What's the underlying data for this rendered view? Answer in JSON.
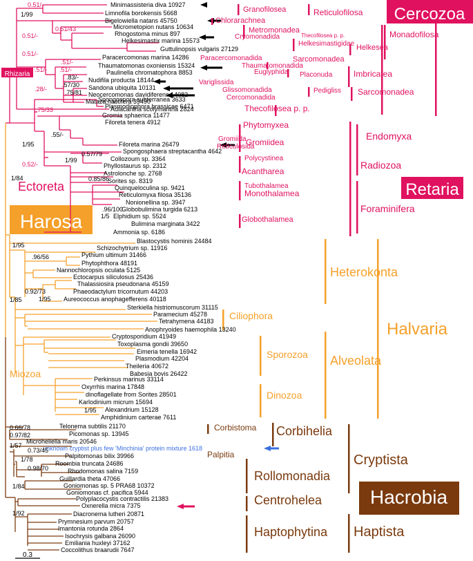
{
  "colors": {
    "rhizaria": "#e0115f",
    "harosa_orange": "#f5a02a",
    "hacrobia_brown": "#7a3a0e",
    "black": "#000000",
    "blue": "#3a6fe0",
    "pink": "#e0115f"
  },
  "taxa": {
    "t01": "Minimassisteria diva 10927",
    "t02": "Limnofila borokensis 5668",
    "t03": "Bigelowiella natans 45750",
    "t04": "Micrometopion nutans 10634",
    "t05": "Rhogostoma minus 897",
    "t06": "Helkesimastix marina 15573",
    "t07": "Guttulinopsis vulgaris 27129",
    "t08": "Paracercomonas marina 14286",
    "t09": "Thaumatomonas oxoniensis 15324",
    "t10": "Paulinella chromatophora 8853",
    "t11": "Nudifila producta 18144",
    "t12": "Sandona ubiquita 10131",
    "t13": "Neocercomonas davidiferens 14082",
    "t14": "Mataza hastifera 39490",
    "t15": "Aulacantha scolymantha 2824",
    "t16": "Spongospora subterranea 3633",
    "t17": "Plasmodiophora brassicae 6471",
    "t18": "Gromia sphaerica 11477",
    "t19": "Filoreta tenera 4912",
    "t20": "Filoreta marina 26479",
    "t21": "Spongosphaera streptacantha 4642",
    "t22": "Collozoum sp. 3364",
    "t23": "Phyllostaurus sp. 2312",
    "t24": "Astrolonche sp. 2768",
    "t25": "Sorites sp. 8319",
    "t26": "Quinqueloculina sp. 9421",
    "t27": "Reticulomyxa filosa 35136",
    "t28": "Nonionellina sp. 3947",
    "t29": "Globobulimina turgida 6213",
    "t30": "Elphidium sp. 5524",
    "t31": "Bulimina marginata 3422",
    "t32": "Ammonia sp. 6186",
    "t33": "Blastocystis hominis 24484",
    "t34": "Schizochytrium sp. 11916",
    "t35": "Pythium ultimum 31466",
    "t36": "Phytophthora 48191",
    "t37": "Nannochloropsis oculata 5125",
    "t38": "Ectocarpus siliculosus 25436",
    "t39": "Thalassiosira pseudonana 45159",
    "t40": "Phaeodactylum tricornutum 44203",
    "t41": "Aureococcus anophagefferens 40118",
    "t42": "Sterkiella histriomuscorum 31115",
    "t43": "Paramecium 45278",
    "t44": "Tetrahymena 44183",
    "t45": "Anophryoides haemophila 13240",
    "t46": "Cryptosporidium 41949",
    "t47": "Toxoplasma gondii 39650",
    "t48": "Eimeria tenella 16942",
    "t49": "Plasmodium 42204",
    "t50": "Theileria 40672",
    "t51": "Babesia bovis 26422",
    "t52": "Perkinsus marinus 33114",
    "t53": "Oxyrrhis marina 17848",
    "t54": "dinoflagellate from Sorites 28501",
    "t55": "Karlodinium micrum 15694",
    "t56": "Alexandrium 15128",
    "t57": "Amphidinium carterae 7611",
    "t58": "Telonema subtilis 21170",
    "t59": "Picomonas sp. 13945",
    "t60": "Microheliella maris 20546",
    "t61": "unknown cryptist plus few 'Minchinia' protein mixture 1618",
    "t62": "Palpitomonas bilix 39966",
    "t63": "Roombia truncata 24686",
    "t64": "Rhodomonas salina 7159",
    "t65": "Guillardia theta 47066",
    "t66": "Goniomonas sp. 5 PRA68 10372",
    "t67": "Goniomonas cf. pacifica 5944",
    "t68": "Polyplacocystis contractilis 21383",
    "t69": "Oxnerella micra 7375",
    "t70": "Diacronema lutheri 20871",
    "t71": "Prymnesium parvum 20757",
    "t72": "Imantonia rotunda 2864",
    "t73": "Isochrysis galbana 26090",
    "t74": "Emiliania huxleyi 37162",
    "t75": "Coccolithus braarudii 7647"
  },
  "support": {
    "s01": "0.51/-",
    "s02": "1/99",
    "s03": "0.51/43",
    "s04": "0.51/-",
    "s05": "0.51/-",
    "s06": ".51/-",
    "s07": ".51/-",
    "s08": ".51/-",
    "s09": ".83/-",
    "s10": ".57/30",
    "s11": ".75/81",
    "s12": ".28/-",
    "s13": ".75/33",
    "s14": ".55/-",
    "s15": "1/95",
    "s16": "0.52/-",
    "s17": "0.57/79",
    "s18": "1/99",
    "s19": "0.85/86",
    "s20": "1/84",
    "s21": ".96/100",
    "s22": "1/5",
    "s23": "1/95",
    "s24": ".96/56",
    "s25": "0.92/73",
    "s26": "1/95",
    "s27": "1/85",
    "s28": "1/95",
    "s29": "0.66/78",
    "s30": "0.97/82",
    "s31": "1/57",
    "s32": "0.73/45",
    "s33": "1/78",
    "s34": "0.98/70",
    "s35": "1/84",
    "s36": "1/92"
  },
  "groups": {
    "granofilosea": "Granofilosea",
    "reticulofilosa": "Reticulofilosa",
    "chlorarachnea": "Chlorarachnea",
    "metromonadea": "Metromonadea",
    "cryomonadida": "Cryomonadida",
    "thecofilosea_pp_small": "Thecofilosea p. p.",
    "helkesimastigidae": "Helkesimastigidae",
    "helkesea": "Helkesea",
    "monadofilosa": "Monadofilosa",
    "paracercomonadida": "Paracercomonadida",
    "sarcomonadea1": "Sarcomonadea",
    "thaumatomonadida": "Thaumatomonadida",
    "euglyphida": "Euglyphida",
    "placonuda": "Placonuda",
    "imbricatea": "Imbricatea",
    "variglissida": "Variglissida",
    "glissomonadida": "Glissomonadida",
    "pedigliss": "Pedigliss",
    "sarcomonadea2": "Sarcomonadea",
    "cercomonadida": "Cercomonadida",
    "thecofilosea_pp": "Thecofilosea p. p.",
    "phytomyxea": "Phytomyxea",
    "gromiida": "Gromiida",
    "gromiidea": "Gromiidea",
    "reticulosida": "Reticulosida",
    "endomyxa": "Endomyxa",
    "polycystinea": "Polycystinea",
    "radiozoa": "Radiozoa",
    "acantharea": "Acantharea",
    "tubothalamea": "Tubothalamea",
    "monothalamea": "Monothalamea",
    "foraminifera": "Foraminifera",
    "globothalamea": "Globothalamea",
    "cercozoa": "Cercozoa",
    "retaria": "Retaria",
    "rhizaria": "Rhizaria",
    "ectoreta": "Ectoreta",
    "harosa": "Harosa",
    "heterokonta": "Heterokonta",
    "ciliophora": "Ciliophora",
    "halvaria": "Halvaria",
    "alveolata": "Alveolata",
    "sporozoa": "Sporozoa",
    "dinozoa": "Dinozoa",
    "miozoa": "Miozoa",
    "corbistoma": "Corbistoma",
    "corbihelia": "Corbihelia",
    "palpitia": "Palpitia",
    "cryptista": "Cryptista",
    "rollomonadia": "Rollomonadia",
    "centrohelea": "Centrohelea",
    "hacrobia": "Hacrobia",
    "haptophytina": "Haptophytina",
    "haptista": "Haptista"
  },
  "scale_bar_label": "0.3"
}
